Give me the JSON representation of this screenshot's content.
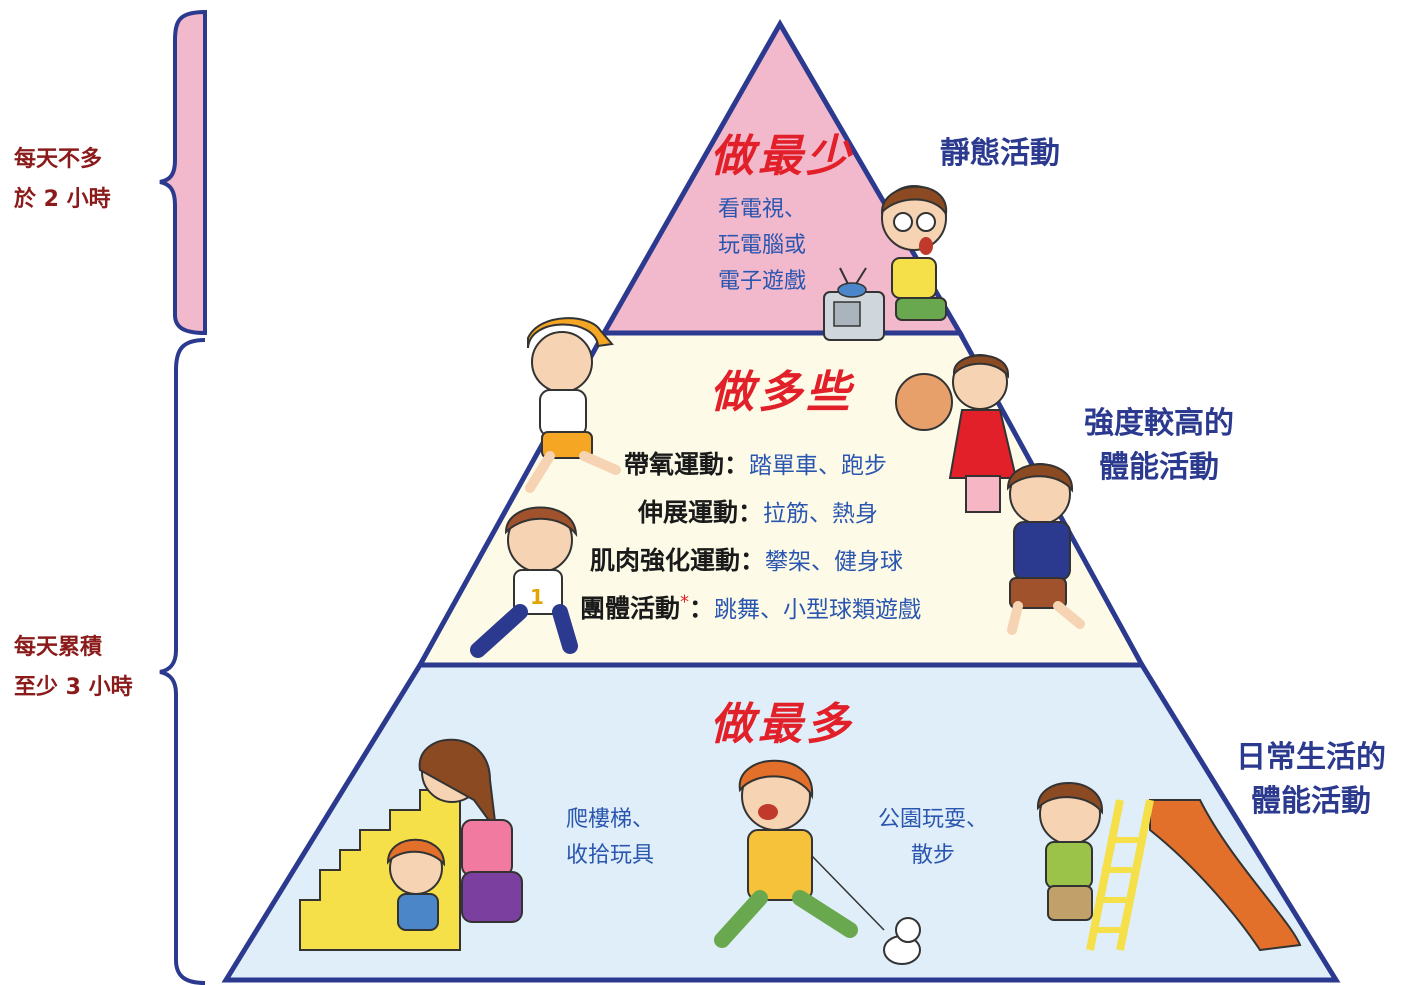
{
  "left_brackets": {
    "top_label": [
      "每天不多",
      "於 2 小時"
    ],
    "bottom_label": [
      "每天累積",
      "至少 3 小時"
    ]
  },
  "tiers": {
    "top": {
      "title": "做最少",
      "side_heading": [
        "靜態活動"
      ],
      "examples": [
        "看電視、",
        "玩電腦或",
        "電子遊戲"
      ]
    },
    "middle": {
      "title": "做多些",
      "side_heading": [
        "強度較高的",
        "體能活動"
      ],
      "activities": [
        {
          "name": "帶氧運動",
          "star": "",
          "sep": "：",
          "items": "踏單車、跑步"
        },
        {
          "name": "伸展運動",
          "star": "",
          "sep": "：",
          "items": "拉筋、熱身"
        },
        {
          "name": "肌肉強化運動",
          "star": "",
          "sep": "：",
          "items": "攀架、健身球"
        },
        {
          "name": "團體活動",
          "star": "*",
          "sep": "：",
          "items": "跳舞、小型球類遊戲"
        }
      ]
    },
    "bottom": {
      "title": "做最多",
      "side_heading": [
        "日常生活的",
        "體能活動"
      ],
      "examples_left": [
        "爬樓梯、",
        "收拾玩具"
      ],
      "examples_right": [
        "公園玩耍、",
        "散步"
      ]
    }
  },
  "colors": {
    "top_fill": "#f2b8cc",
    "middle_fill": "#fdfbe8",
    "bottom_fill": "#dfeef8",
    "outline": "#2b3a8f",
    "bracket_fill": "#f2b8cc",
    "title_red": "#e2202a",
    "label_maroon": "#8b1a1a"
  }
}
